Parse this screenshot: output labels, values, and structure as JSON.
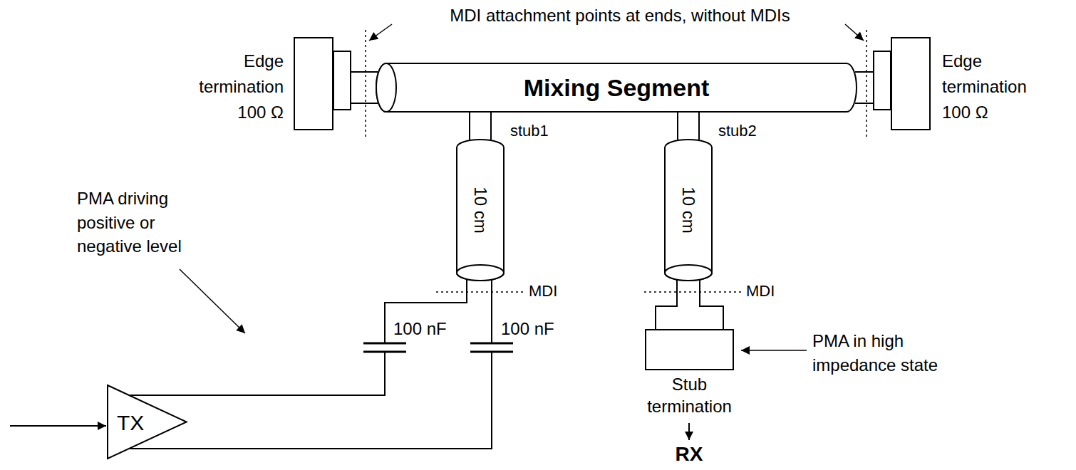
{
  "diagram": {
    "nodes": [
      {
        "text": [
          "Edge termination",
          "100 Ω"
        ]
      },
      {
        "text": [
          "Mixing Segment"
        ]
      },
      {
        "text": [
          "Edge termination",
          "100 Ω"
        ]
      },
      {
        "text": [
          "10 cm"
        ]
      },
      {
        "text": [
          "10 cm"
        ]
      },
      {
        "text": [
          "TX"
        ]
      },
      {
        "text": [
          "Stub termination"
        ]
      }
    ],
    "edges": [
      {
        "from": 0,
        "to": 1,
        "arrow": "none"
      },
      {
        "from": 1,
        "to": 2,
        "arrow": "none"
      },
      {
        "from": 1,
        "to": 3,
        "arrow": "none"
      },
      {
        "from": 1,
        "to": 4,
        "arrow": "none"
      },
      {
        "from": 3,
        "to": 5,
        "arrow": "none"
      },
      {
        "from": 4,
        "to": 6,
        "arrow": "none"
      }
    ],
    "labels": [
      "MDI attachment points at ends, without MDIs",
      "stub1",
      "stub2",
      "PMA driving positive or negative level",
      "MDI",
      "MDI",
      "100 nF",
      "100 nF",
      "PMA in high impedance state",
      "RX"
    ]
  }
}
